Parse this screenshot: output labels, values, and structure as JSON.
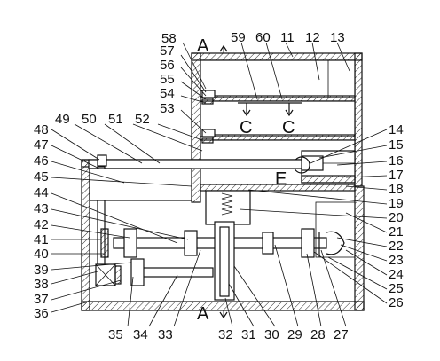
{
  "labels_top": [
    "58",
    "59",
    "60",
    "11",
    "12",
    "13",
    "57",
    "56",
    "55",
    "54",
    "53",
    "52",
    "51",
    "50",
    "49"
  ],
  "labels_left": [
    "48",
    "47",
    "46",
    "45",
    "44",
    "43",
    "42",
    "41",
    "40",
    "39",
    "38",
    "37",
    "36"
  ],
  "labels_right": [
    "14",
    "15",
    "16",
    "17",
    "18",
    "19",
    "20",
    "21",
    "22",
    "23",
    "24",
    "25",
    "26"
  ],
  "labels_bottom": [
    "35",
    "34",
    "33",
    "32",
    "31",
    "30",
    "29",
    "28",
    "27"
  ],
  "section_marks": {
    "a_top": "A",
    "a_bottom": "A",
    "c_left": "C",
    "c_right": "C",
    "e": "E"
  }
}
